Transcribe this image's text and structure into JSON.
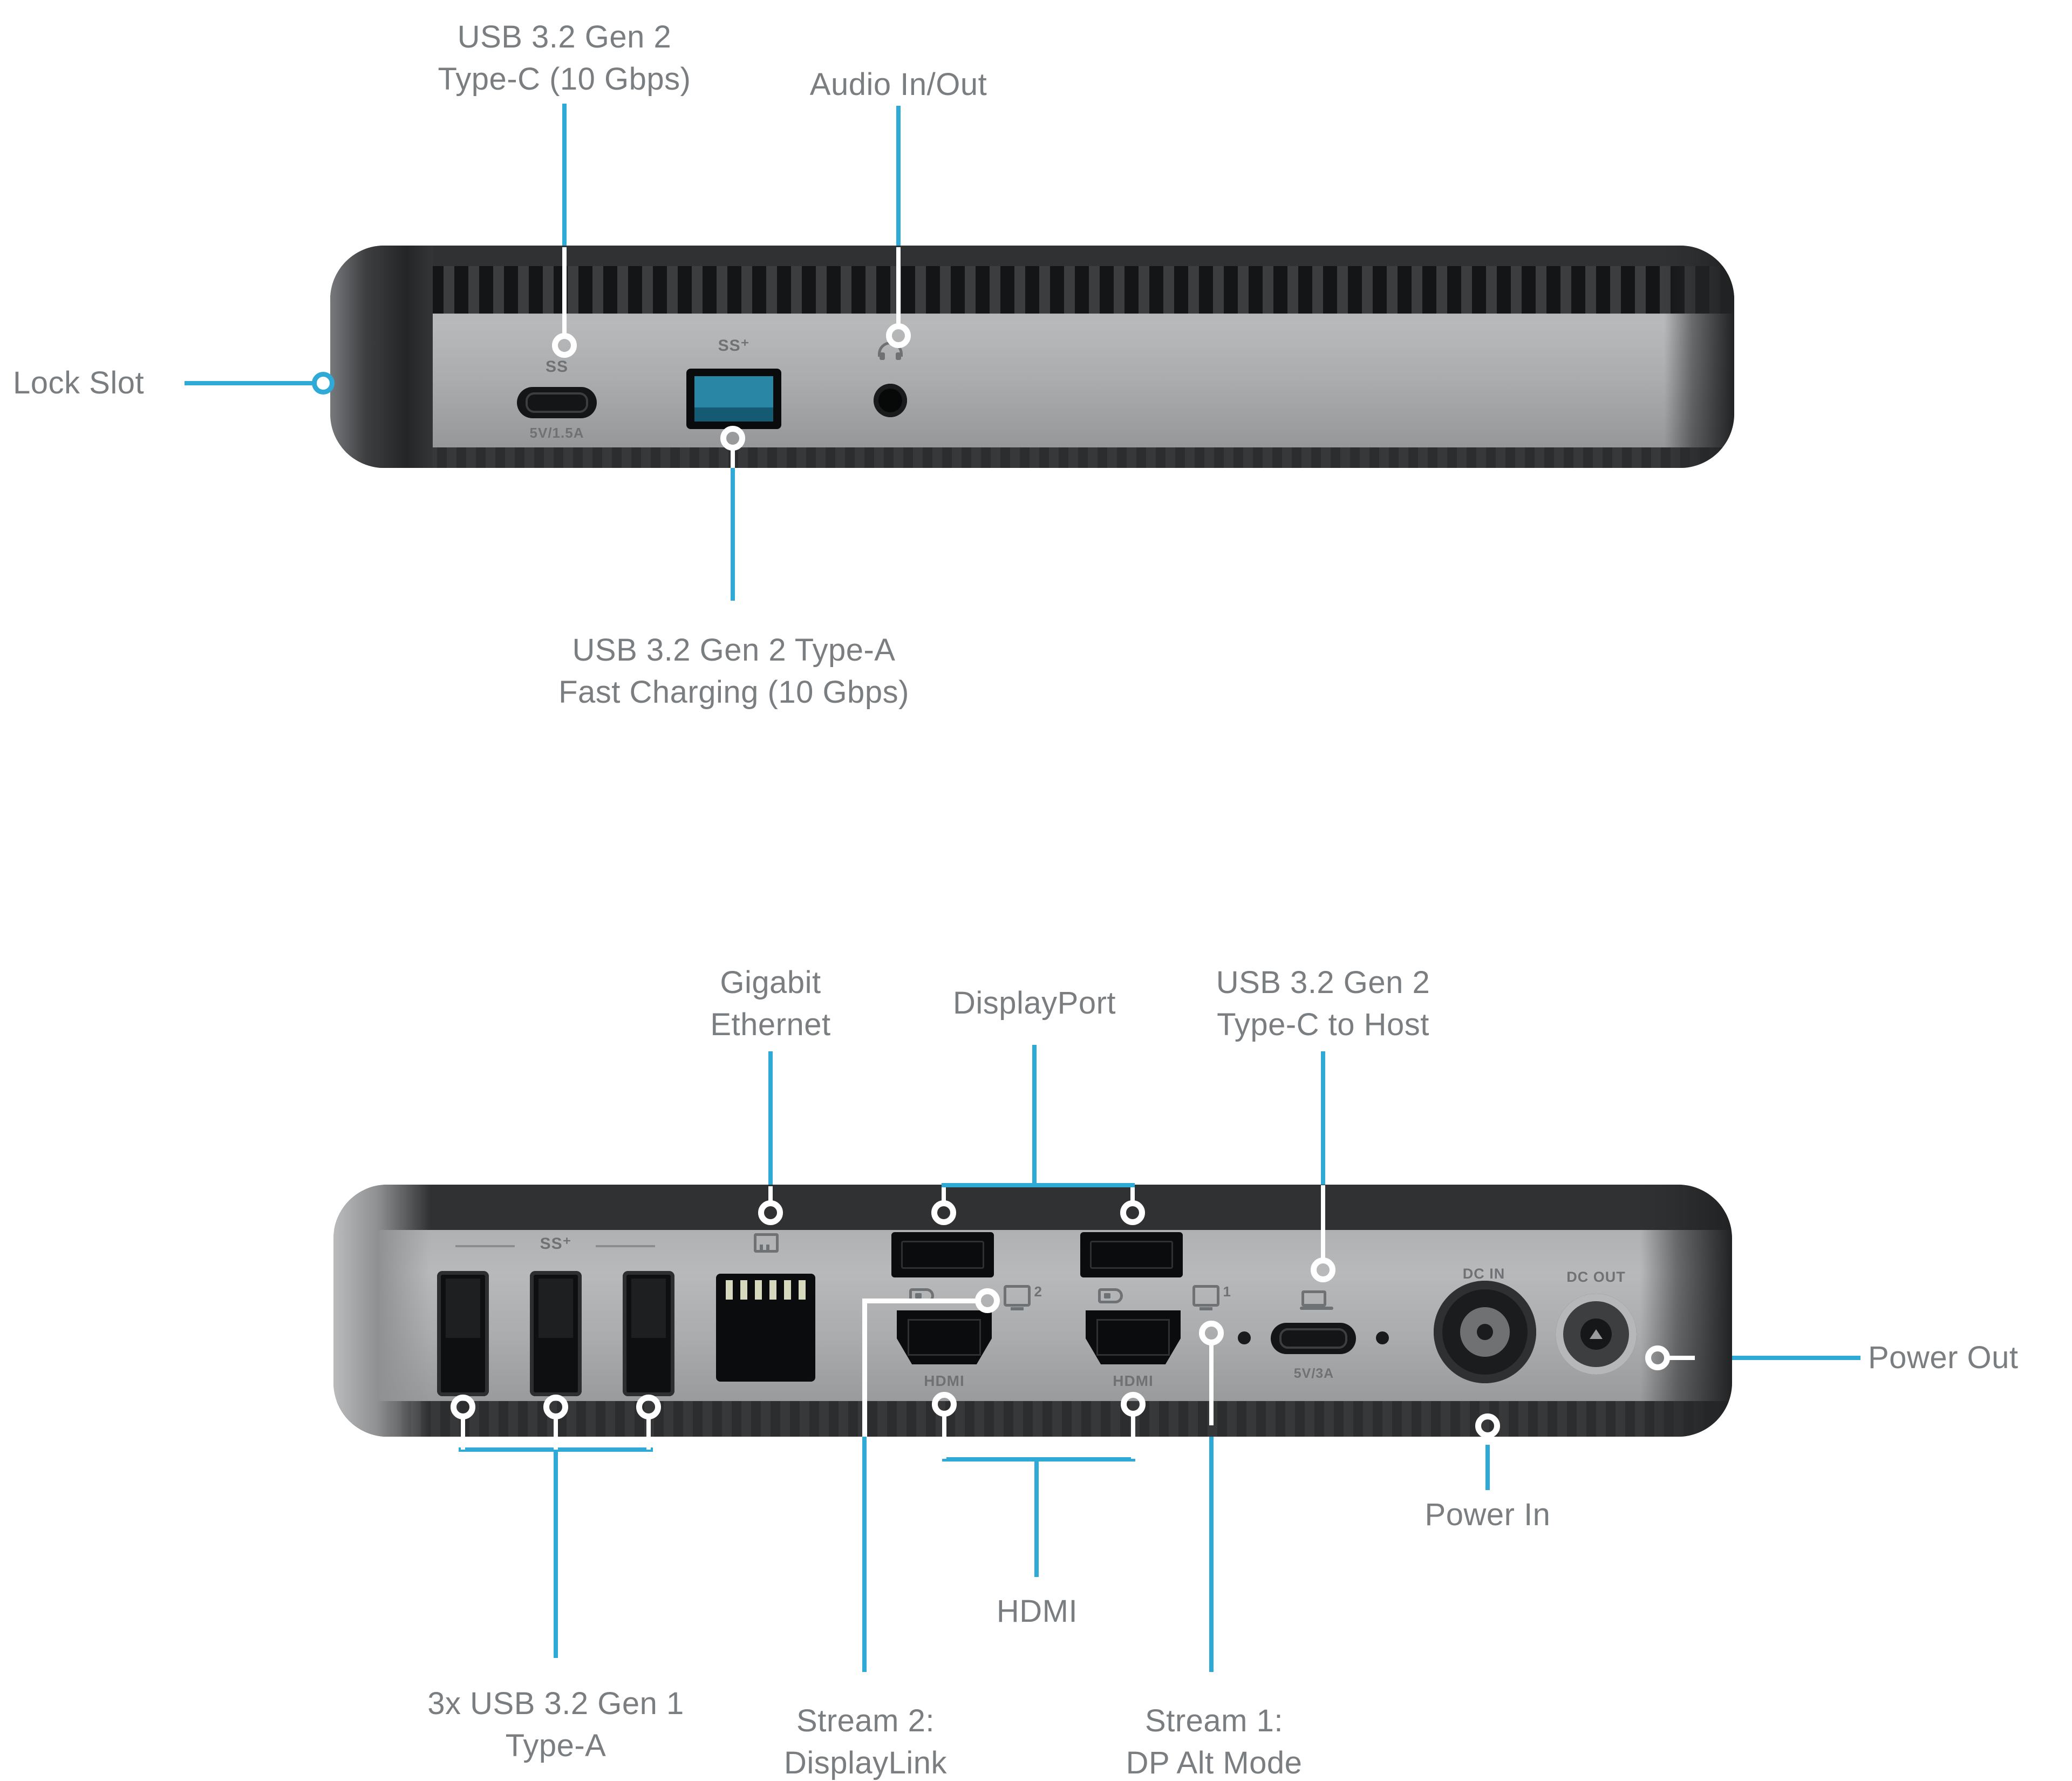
{
  "colors": {
    "accent": "#2fa9d6",
    "label_text": "#7b7e81"
  },
  "front_view": {
    "callouts": {
      "usb_c": {
        "line1": "USB 3.2 Gen 2",
        "line2": "Type-C (10 Gbps)"
      },
      "audio": {
        "line1": "Audio In/Out"
      },
      "lock": {
        "line1": "Lock Slot"
      },
      "usb_a": {
        "line1": "USB 3.2 Gen 2 Type-A",
        "line2": "Fast Charging (10 Gbps)"
      }
    },
    "markings": {
      "usb_c_top": "SS",
      "usb_c_bottom": "5V/1.5A",
      "usb_a_top": "SS⁺"
    }
  },
  "back_view": {
    "callouts": {
      "gigabit": {
        "line1": "Gigabit",
        "line2": "Ethernet"
      },
      "displayport": {
        "line1": "DisplayPort"
      },
      "usb_c_host": {
        "line1": "USB 3.2 Gen 2",
        "line2": "Type-C to Host"
      },
      "usb_a_group": {
        "line1": "3x USB 3.2 Gen 1",
        "line2": "Type-A"
      },
      "hdmi": {
        "line1": "HDMI"
      },
      "stream2": {
        "line1": "Stream 2:",
        "line2": "DisplayLink"
      },
      "stream1": {
        "line1": "Stream 1:",
        "line2": "DP Alt Mode"
      },
      "power_in": {
        "line1": "Power In"
      },
      "power_out": {
        "line1": "Power Out"
      }
    },
    "markings": {
      "usb_group_top": "SS⁺",
      "hdmi_1": "HDMI",
      "hdmi_2": "HDMI",
      "usb_c_host_bottom": "5V/3A",
      "dc_in": "DC IN",
      "dc_out": "DC OUT",
      "monitor_1_digit": "1",
      "monitor_2_digit": "2"
    }
  }
}
